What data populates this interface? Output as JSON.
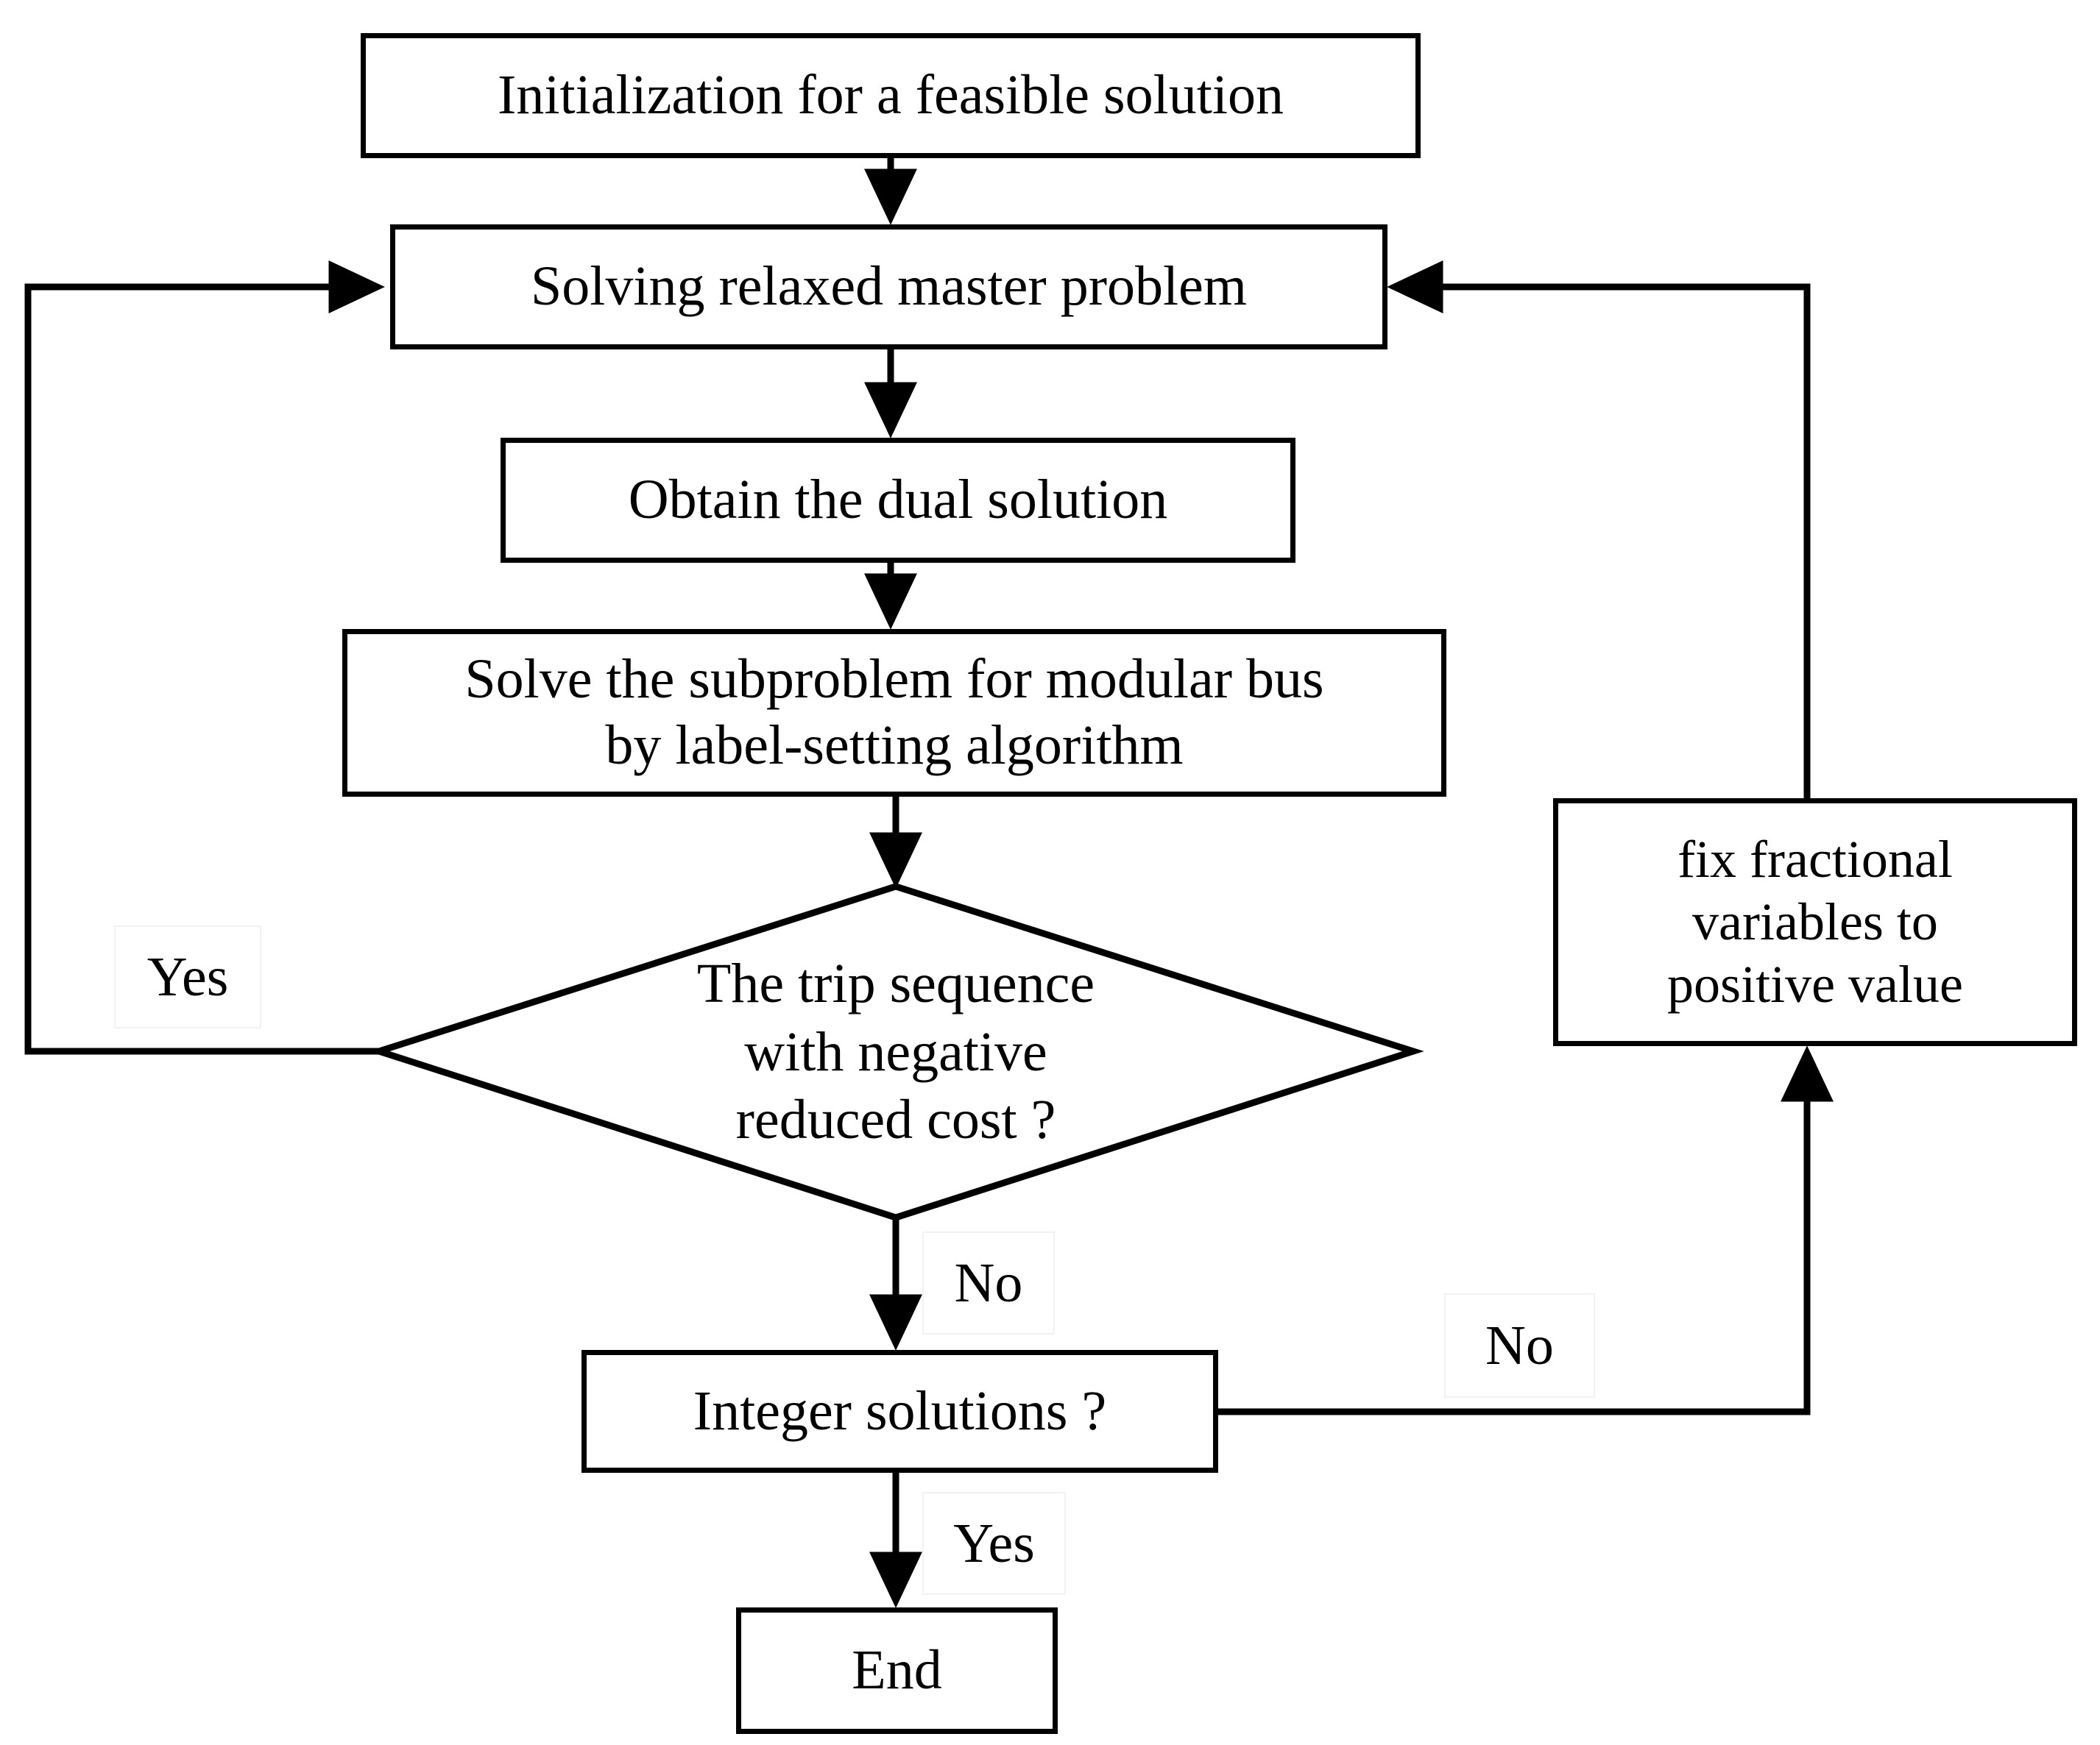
{
  "diagram": {
    "title": "Column generation algorithm flowchart",
    "stroke_color": "#000000",
    "background_color": "#ffffff",
    "label_border_color": "#f2f2f2"
  },
  "nodes": {
    "initialization": {
      "text": "Initialization for a  feasible solution",
      "shape": "rectangle"
    },
    "master": {
      "text": "Solving relaxed master problem",
      "shape": "rectangle"
    },
    "dual": {
      "text": "Obtain the dual solution",
      "shape": "rectangle"
    },
    "subproblem": {
      "text": "Solve the subproblem for modular bus\nby label-setting algorithm",
      "shape": "rectangle"
    },
    "decision_reduced_cost": {
      "text": "The trip sequence\nwith negative\nreduced cost ?",
      "shape": "diamond"
    },
    "fix_fractional": {
      "text": "fix fractional\nvariables to\npositive value",
      "shape": "rectangle"
    },
    "integer_solutions": {
      "text": "Integer solutions ?",
      "shape": "rectangle"
    },
    "end": {
      "text": "End",
      "shape": "rectangle"
    }
  },
  "edge_labels": {
    "yes_to_master": "Yes",
    "no_to_integer": "No",
    "no_to_fix": "No",
    "yes_to_end": "Yes"
  },
  "flow": [
    {
      "from": "initialization",
      "to": "master",
      "label": ""
    },
    {
      "from": "master",
      "to": "dual",
      "label": ""
    },
    {
      "from": "dual",
      "to": "subproblem",
      "label": ""
    },
    {
      "from": "subproblem",
      "to": "decision_reduced_cost",
      "label": ""
    },
    {
      "from": "decision_reduced_cost",
      "to": "master",
      "label": "Yes"
    },
    {
      "from": "decision_reduced_cost",
      "to": "integer_solutions",
      "label": "No"
    },
    {
      "from": "integer_solutions",
      "to": "fix_fractional",
      "label": "No"
    },
    {
      "from": "integer_solutions",
      "to": "end",
      "label": "Yes"
    },
    {
      "from": "fix_fractional",
      "to": "master",
      "label": ""
    }
  ]
}
